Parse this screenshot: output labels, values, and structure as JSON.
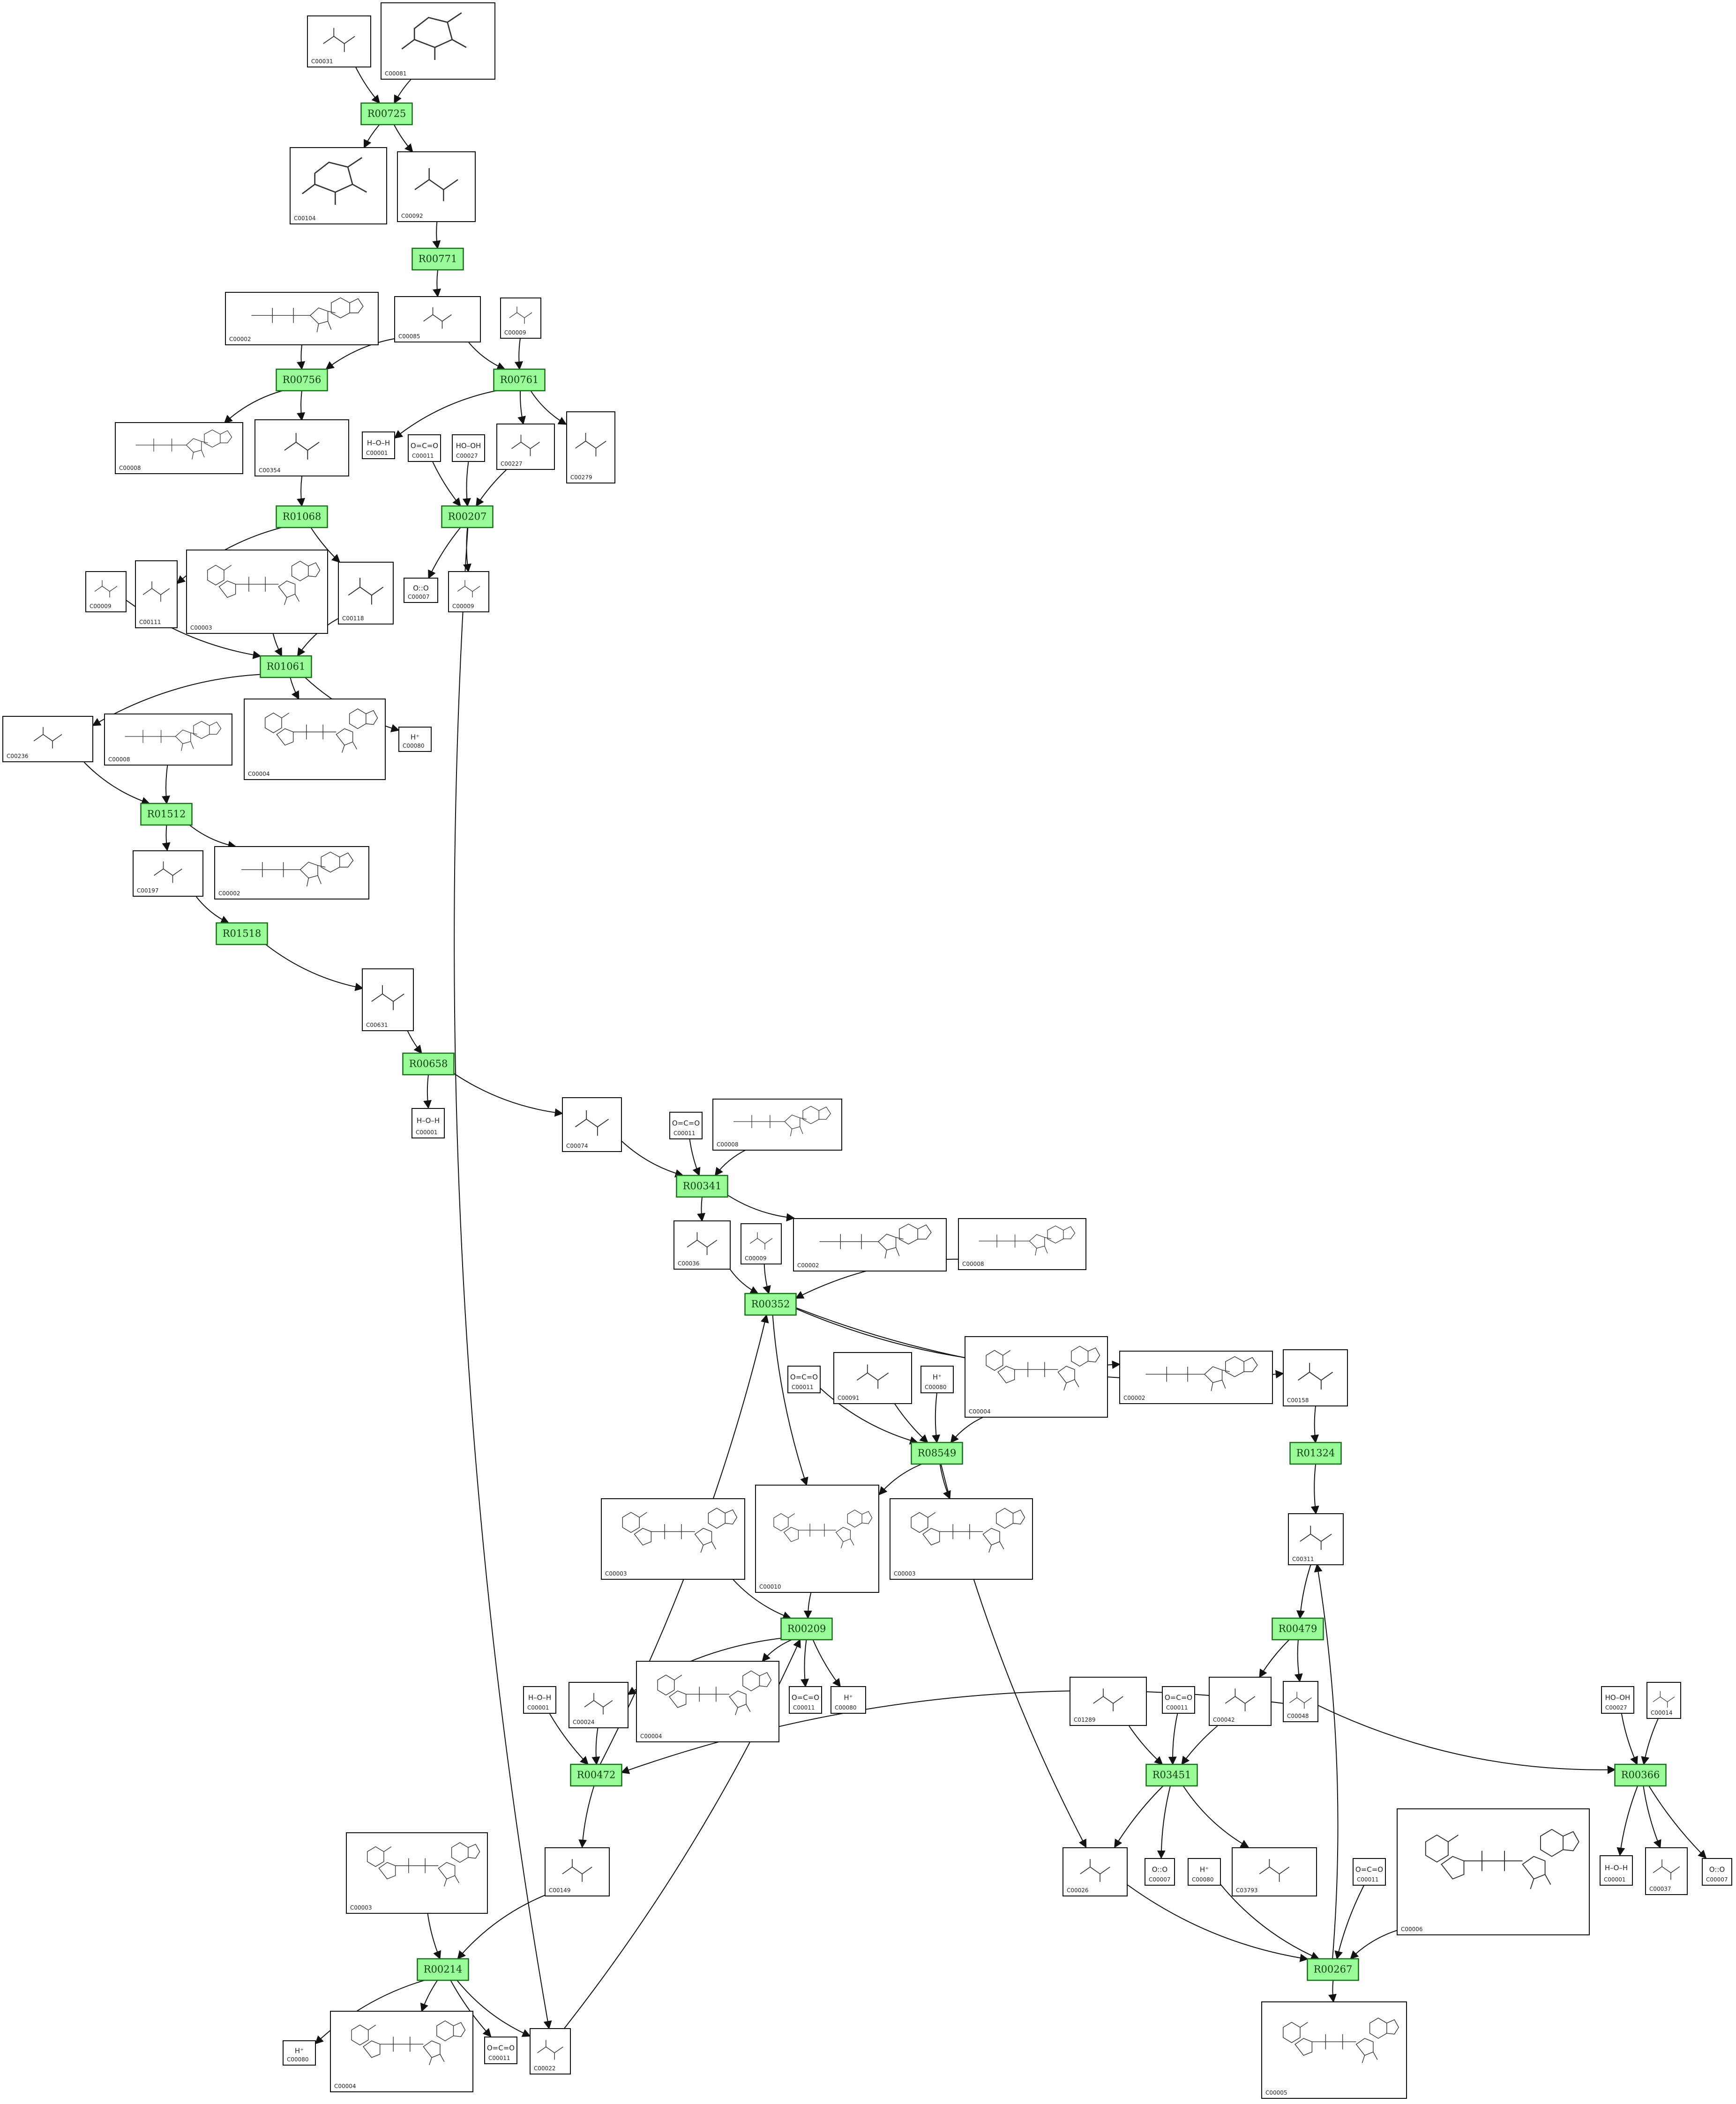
{
  "colors": {
    "reaction_fill": "#98fb98",
    "reaction_border": "#1a6d1a",
    "edge": "#111111",
    "box": "#111111",
    "background": "#ffffff"
  },
  "reactions": [
    {
      "id": "R00725",
      "label": "R00725"
    },
    {
      "id": "R00771",
      "label": "R00771"
    },
    {
      "id": "R00756",
      "label": "R00756"
    },
    {
      "id": "R00761",
      "label": "R00761"
    },
    {
      "id": "R01068",
      "label": "R01068"
    },
    {
      "id": "R00207",
      "label": "R00207"
    },
    {
      "id": "R01061",
      "label": "R01061"
    },
    {
      "id": "R01512",
      "label": "R01512"
    },
    {
      "id": "R01518",
      "label": "R01518"
    },
    {
      "id": "R00658",
      "label": "R00658"
    },
    {
      "id": "R00341",
      "label": "R00341"
    },
    {
      "id": "R00352",
      "label": "R00352"
    },
    {
      "id": "R08549",
      "label": "R08549"
    },
    {
      "id": "R01324",
      "label": "R01324"
    },
    {
      "id": "R00209",
      "label": "R00209"
    },
    {
      "id": "R00479",
      "label": "R00479"
    },
    {
      "id": "R00472",
      "label": "R00472"
    },
    {
      "id": "R03451",
      "label": "R03451"
    },
    {
      "id": "R00366",
      "label": "R00366"
    },
    {
      "id": "R00214",
      "label": "R00214"
    },
    {
      "id": "R00267",
      "label": "R00267"
    }
  ],
  "compounds": [
    {
      "id": "c1",
      "label": "C00031",
      "formula": "",
      "icon": "glucose-structure"
    },
    {
      "id": "c2",
      "label": "C00081",
      "formula": "",
      "icon": "itp-structure"
    },
    {
      "id": "c3",
      "label": "C00104",
      "formula": "",
      "icon": "idp-structure"
    },
    {
      "id": "c4",
      "label": "C00092",
      "formula": "",
      "icon": "glucose-6p-structure"
    },
    {
      "id": "c5",
      "label": "C00002",
      "formula": "",
      "icon": "atp-structure"
    },
    {
      "id": "c6",
      "label": "C00085",
      "formula": "",
      "icon": "fructose-6p-structure"
    },
    {
      "id": "c7",
      "label": "C00009",
      "formula": "",
      "icon": "phosphate-structure"
    },
    {
      "id": "c8",
      "label": "C00008",
      "formula": "",
      "icon": "adp-structure"
    },
    {
      "id": "c9",
      "label": "C00354",
      "formula": "",
      "icon": "fructose-bisp-structure"
    },
    {
      "id": "c10",
      "label": "C00001",
      "formula": "H–O–H",
      "icon": "water-structure"
    },
    {
      "id": "c11",
      "label": "C00011",
      "formula": "O=C=O",
      "icon": "co2-structure"
    },
    {
      "id": "c12",
      "label": "C00027",
      "formula": "HO–OH",
      "icon": "peroxide-structure"
    },
    {
      "id": "c13",
      "label": "C00227",
      "formula": "",
      "icon": "acetyl-phosphate-structure"
    },
    {
      "id": "c14",
      "label": "C00279",
      "formula": "",
      "icon": "erythrose-4p-structure"
    },
    {
      "id": "c15",
      "label": "C00111",
      "formula": "",
      "icon": "dhap-structure"
    },
    {
      "id": "c16",
      "label": "C00003",
      "formula": "",
      "icon": "nad-structure"
    },
    {
      "id": "c17",
      "label": "C00118",
      "formula": "",
      "icon": "gap-structure"
    },
    {
      "id": "c18",
      "label": "C00009",
      "formula": "",
      "icon": "phosphate-structure"
    },
    {
      "id": "c19",
      "label": "C00007",
      "formula": "O::O",
      "icon": "oxygen-structure"
    },
    {
      "id": "c20",
      "label": "C00009",
      "formula": "",
      "icon": "phosphate-structure"
    },
    {
      "id": "c21",
      "label": "C00236",
      "formula": "",
      "icon": "bpg-structure"
    },
    {
      "id": "c22",
      "label": "C00008",
      "formula": "",
      "icon": "adp-structure"
    },
    {
      "id": "c23",
      "label": "C00004",
      "formula": "",
      "icon": "nadh-structure"
    },
    {
      "id": "c24",
      "label": "C00080",
      "formula": "H⁺",
      "icon": "proton-structure"
    },
    {
      "id": "c25",
      "label": "C00197",
      "formula": "",
      "icon": "3pg-structure"
    },
    {
      "id": "c26",
      "label": "C00002",
      "formula": "",
      "icon": "atp-structure"
    },
    {
      "id": "c27",
      "label": "C00631",
      "formula": "",
      "icon": "2pg-structure"
    },
    {
      "id": "c28",
      "label": "C00001",
      "formula": "H–O–H",
      "icon": "water-structure"
    },
    {
      "id": "c29",
      "label": "C00074",
      "formula": "",
      "icon": "pep-structure"
    },
    {
      "id": "c30",
      "label": "C00011",
      "formula": "O=C=O",
      "icon": "co2-structure"
    },
    {
      "id": "c31",
      "label": "C00008",
      "formula": "",
      "icon": "adp-structure"
    },
    {
      "id": "c32",
      "label": "C00036",
      "formula": "",
      "icon": "oxaloacetate-structure"
    },
    {
      "id": "c33",
      "label": "C00009",
      "formula": "",
      "icon": "phosphate-structure"
    },
    {
      "id": "c34",
      "label": "C00002",
      "formula": "",
      "icon": "atp-structure"
    },
    {
      "id": "c35",
      "label": "C00008",
      "formula": "",
      "icon": "adp-structure"
    },
    {
      "id": "c36",
      "label": "C00011",
      "formula": "O=C=O",
      "icon": "co2-structure"
    },
    {
      "id": "c37",
      "label": "C00091",
      "formula": "",
      "icon": "succinyl-coa-structure"
    },
    {
      "id": "c38",
      "label": "C00080",
      "formula": "H⁺",
      "icon": "proton-structure"
    },
    {
      "id": "c39",
      "label": "C00004",
      "formula": "",
      "icon": "nadh-structure"
    },
    {
      "id": "c40",
      "label": "C00002",
      "formula": "",
      "icon": "atp-structure"
    },
    {
      "id": "c41",
      "label": "C00158",
      "formula": "",
      "icon": "citrate-structure"
    },
    {
      "id": "c42",
      "label": "C00003",
      "formula": "",
      "icon": "nad-structure"
    },
    {
      "id": "c43",
      "label": "C00010",
      "formula": "",
      "icon": "coa-structure"
    },
    {
      "id": "c44",
      "label": "C00003",
      "formula": "",
      "icon": "nad-structure"
    },
    {
      "id": "c45",
      "label": "C00311",
      "formula": "",
      "icon": "isocitrate-structure"
    },
    {
      "id": "c46",
      "label": "C00001",
      "formula": "H–O–H",
      "icon": "water-structure"
    },
    {
      "id": "c47",
      "label": "C00024",
      "formula": "",
      "icon": "acetyl-coa-structure"
    },
    {
      "id": "c48",
      "label": "C00004",
      "formula": "",
      "icon": "nadh-structure"
    },
    {
      "id": "c49",
      "label": "C00011",
      "formula": "O=C=O",
      "icon": "co2-structure"
    },
    {
      "id": "c50",
      "label": "C00080",
      "formula": "H⁺",
      "icon": "proton-structure"
    },
    {
      "id": "c51",
      "label": "C01289",
      "formula": "",
      "icon": "hydroxyacid-structure"
    },
    {
      "id": "c52",
      "label": "C00011",
      "formula": "O=C=O",
      "icon": "co2-structure"
    },
    {
      "id": "c53",
      "label": "C00042",
      "formula": "",
      "icon": "succinate-structure"
    },
    {
      "id": "c54",
      "label": "C00048",
      "formula": "",
      "icon": "glyoxylate-structure"
    },
    {
      "id": "c55",
      "label": "C00027",
      "formula": "HO–OH",
      "icon": "peroxide-structure"
    },
    {
      "id": "c56",
      "label": "C00014",
      "formula": "",
      "icon": "ammonia-structure"
    },
    {
      "id": "c57",
      "label": "C00003",
      "formula": "",
      "icon": "nad-structure"
    },
    {
      "id": "c58",
      "label": "C00149",
      "formula": "",
      "icon": "malate-structure"
    },
    {
      "id": "c59",
      "label": "C00026",
      "formula": "",
      "icon": "oxoglutarate-structure"
    },
    {
      "id": "c60",
      "label": "C00007",
      "formula": "O::O",
      "icon": "oxygen-structure"
    },
    {
      "id": "c61",
      "label": "C00080",
      "formula": "H⁺",
      "icon": "proton-structure"
    },
    {
      "id": "c62",
      "label": "C03793",
      "formula": "",
      "icon": "amino-acid-structure"
    },
    {
      "id": "c63",
      "label": "C00011",
      "formula": "O=C=O",
      "icon": "co2-structure"
    },
    {
      "id": "c64",
      "label": "C00006",
      "formula": "",
      "icon": "nadp-structure"
    },
    {
      "id": "c65",
      "label": "C00001",
      "formula": "H–O–H",
      "icon": "water-structure"
    },
    {
      "id": "c66",
      "label": "C00037",
      "formula": "",
      "icon": "glycine-structure"
    },
    {
      "id": "c67",
      "label": "C00007",
      "formula": "O::O",
      "icon": "oxygen-structure"
    },
    {
      "id": "c68",
      "label": "C00080",
      "formula": "H⁺",
      "icon": "proton-structure"
    },
    {
      "id": "c69",
      "label": "C00004",
      "formula": "",
      "icon": "nadh-structure"
    },
    {
      "id": "c70",
      "label": "C00011",
      "formula": "O=C=O",
      "icon": "co2-structure"
    },
    {
      "id": "c71",
      "label": "C00022",
      "formula": "",
      "icon": "pyruvate-structure"
    },
    {
      "id": "c72",
      "label": "C00005",
      "formula": "",
      "icon": "nadph-structure"
    }
  ]
}
